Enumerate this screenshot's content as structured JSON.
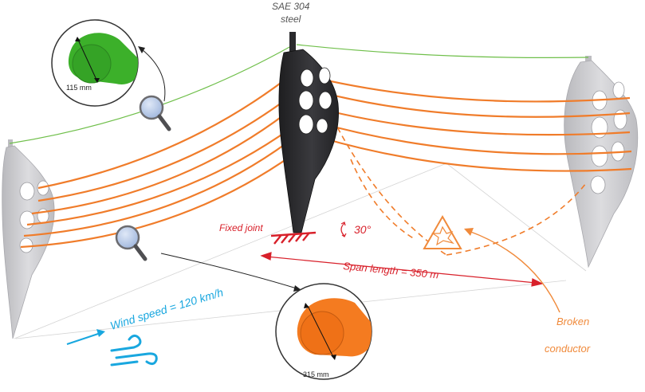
{
  "material": {
    "line1": "SAE 304",
    "line2": "steel"
  },
  "labels": {
    "fixed_joint": "Fixed joint",
    "angle": "30°",
    "span_length": "Span length = 350 m",
    "wind_speed": "Wind speed = 120 km/h",
    "broken_line1": "Broken",
    "broken_line2": "conductor"
  },
  "conductors": {
    "ground_wire_diameter": "115 mm",
    "phase_conductor_diameter": "315 mm"
  },
  "colors": {
    "phase_conductor": "#f07c2a",
    "ground_wire": "#6fbf4a",
    "central_tower": "#2b2b2e",
    "side_towers": "#c8c8cc",
    "fixed_joint": "#d8202a",
    "wind": "#19a7df",
    "ground_wire_cross_section": "#3cb02a",
    "phase_cross_section": "#f47b20"
  },
  "icons": [
    "magnifier-icon",
    "wind-icon",
    "warning-fire-icon"
  ]
}
